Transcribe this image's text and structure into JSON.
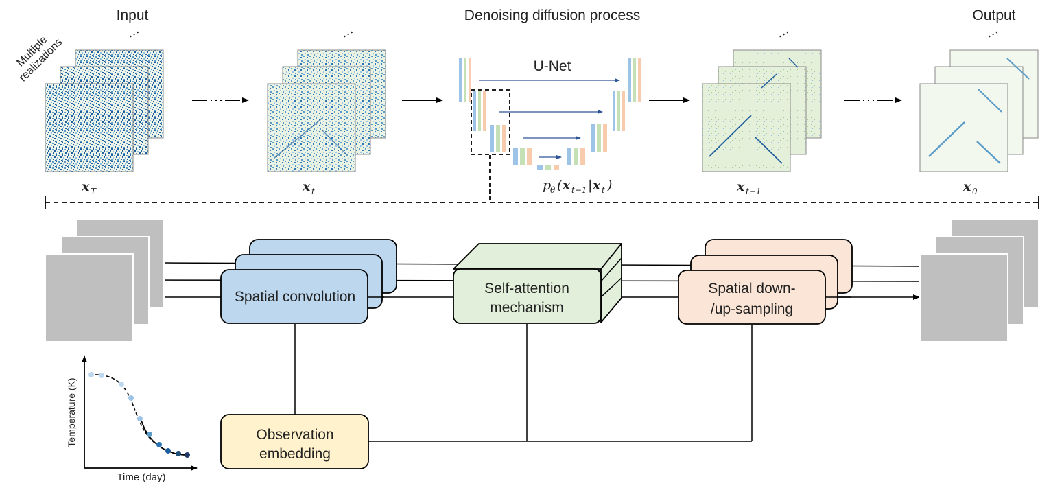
{
  "headers": {
    "input": "Input",
    "process": "Denoising diffusion process",
    "output": "Output"
  },
  "realizations_label": [
    "Multiple",
    "realizations"
  ],
  "ellipsis": "⋯",
  "unet_label": "U-Net",
  "math_labels": {
    "xT": {
      "base": "x",
      "sub": "T"
    },
    "xt": {
      "base": "x",
      "sub": "t"
    },
    "xt1": {
      "base": "x",
      "sub": "t−1"
    },
    "x0": {
      "base": "x",
      "sub": "0"
    },
    "transition": {
      "p": "p",
      "theta": "θ",
      "open": "(",
      "x1": "x",
      "s1": "t−1",
      "bar": "|",
      "x2": "x",
      "s2": "t",
      "close": ")"
    }
  },
  "blocks": {
    "spatial_conv": "Spatial convolution",
    "self_attention": [
      "Self-attention",
      "mechanism"
    ],
    "down_up": [
      "Spatial down-",
      "/up-sampling"
    ],
    "observation": [
      "Observation",
      "embedding"
    ]
  },
  "plot": {
    "ylabel": "Temperature (K)",
    "xlabel": "Time (day)"
  },
  "colors": {
    "conv_fill": "#bdd7ee",
    "attn_fill": "#e2efda",
    "samp_fill": "#fbe5d6",
    "obs_fill": "#fff2cc",
    "gray": "#bfbfbf",
    "arrow_blue": "#2f5597",
    "noise_blue": "#1f5f9e",
    "noise_light": "#e6f1d8"
  }
}
